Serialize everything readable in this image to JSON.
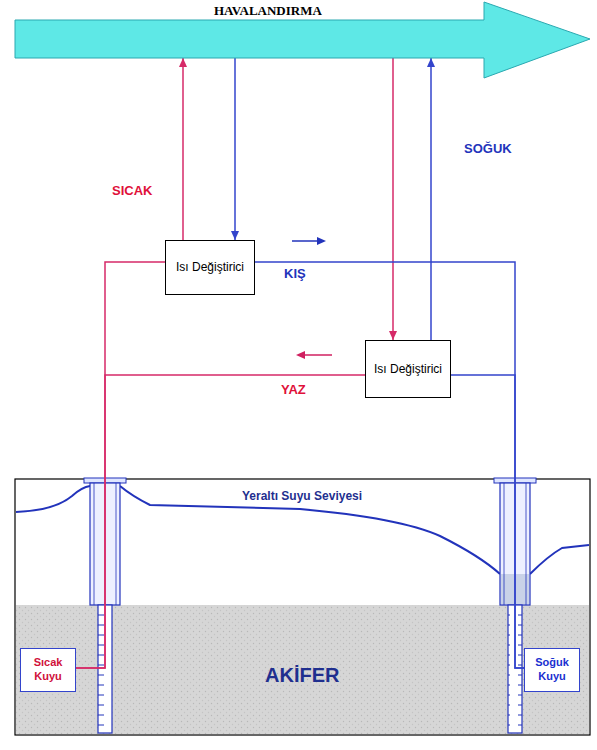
{
  "diagram": {
    "nodes": [
      {
        "text": [
          "HAVALANDIRMA"
        ]
      },
      {
        "text": [
          "Isı Değiştirici"
        ]
      },
      {
        "text": [
          "Isı Değiştirici"
        ]
      },
      {
        "text": [
          "AKİFER"
        ]
      },
      {
        "text": [
          "Sıcak Kuyu"
        ],
        "in": 3
      },
      {
        "text": [
          "Soğuk Kuyu"
        ],
        "in": 3
      }
    ],
    "edges": [
      {
        "from": 1,
        "to": 0,
        "arrow": "to",
        "label": "SICAK"
      },
      {
        "from": 0,
        "to": 1,
        "arrow": "to"
      },
      {
        "from": 0,
        "to": 2,
        "arrow": "to"
      },
      {
        "from": 2,
        "to": 0,
        "arrow": "to",
        "label": "SOĞUK"
      },
      {
        "from": 1,
        "to": 5,
        "arrow": "none",
        "label": "KIŞ"
      },
      {
        "from": 2,
        "to": 4,
        "arrow": "none",
        "label": "YAZ"
      },
      {
        "from": 4,
        "to": 1,
        "arrow": "none"
      },
      {
        "from": 5,
        "to": 2,
        "arrow": "none"
      }
    ],
    "labels": [
      "Yeraltı Suyu Seviyesi"
    ]
  }
}
